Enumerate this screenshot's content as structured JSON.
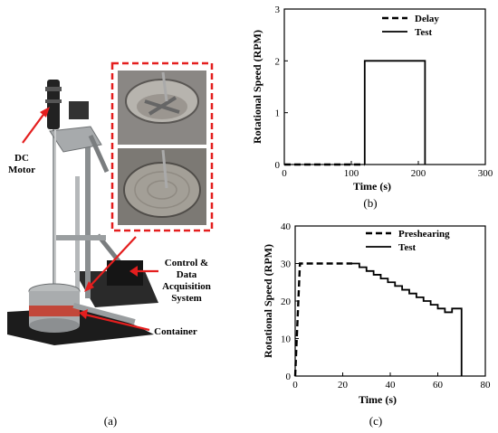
{
  "panel_a": {
    "caption": "(a)",
    "labels": {
      "dc_motor_line1": "DC",
      "dc_motor_line2": "Motor",
      "control_line1": "Control &",
      "control_line2": "Data",
      "control_line3": "Acquisition",
      "control_line4": "System",
      "container": "Container"
    },
    "colors": {
      "callout": "#e41e1e",
      "frame": "#8a8e90",
      "base": "#1c1c1c"
    }
  },
  "chart_data": [
    {
      "type": "line",
      "caption": "(b)",
      "xlabel": "Time (s)",
      "ylabel": "Rotational Speed (RPM)",
      "xlim": [
        0,
        300
      ],
      "ylim": [
        0,
        3
      ],
      "xticks": [
        "0",
        "100",
        "200",
        "300"
      ],
      "yticks": [
        "0",
        "1",
        "2",
        "3"
      ],
      "legend_position": "top-right",
      "series": [
        {
          "name": "Delay",
          "style": "dashed",
          "x": [
            0,
            120
          ],
          "y": [
            0,
            0
          ]
        },
        {
          "name": "Test",
          "style": "solid",
          "x": [
            120,
            120,
            210,
            210
          ],
          "y": [
            0,
            2,
            2,
            0
          ]
        }
      ]
    },
    {
      "type": "line",
      "caption": "(c)",
      "xlabel": "Time (s)",
      "ylabel": "Rotational Speed (RPM)",
      "xlim": [
        0,
        80
      ],
      "ylim": [
        0,
        40
      ],
      "xticks": [
        "0",
        "20",
        "40",
        "60",
        "80"
      ],
      "yticks": [
        "0",
        "10",
        "20",
        "30",
        "40"
      ],
      "legend_position": "top-right",
      "series": [
        {
          "name": "Preshearing",
          "style": "dashed",
          "x": [
            0,
            2,
            2,
            24
          ],
          "y": [
            0,
            30,
            30,
            30
          ]
        },
        {
          "name": "Test",
          "style": "solid",
          "x": [
            24,
            27,
            27,
            30,
            30,
            33,
            33,
            36,
            36,
            39,
            39,
            42,
            42,
            45,
            45,
            48,
            48,
            51,
            51,
            54,
            54,
            57,
            57,
            60,
            60,
            63,
            63,
            66,
            66,
            70,
            70
          ],
          "y": [
            30,
            30,
            29,
            29,
            28,
            28,
            27,
            27,
            26,
            26,
            25,
            25,
            24,
            24,
            23,
            23,
            22,
            22,
            21,
            21,
            20,
            20,
            19,
            19,
            18,
            18,
            17,
            17,
            18,
            18,
            0
          ]
        }
      ]
    }
  ]
}
